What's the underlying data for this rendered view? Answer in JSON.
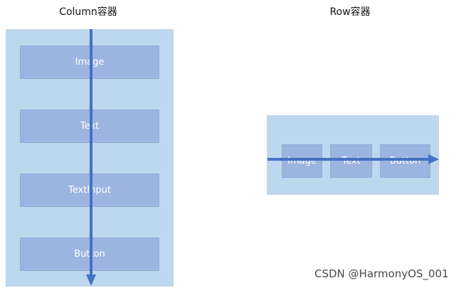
{
  "column": {
    "title": "Column容器",
    "children": [
      "Image",
      "Text",
      "TextInput",
      "Button"
    ]
  },
  "row": {
    "title": "Row容器",
    "children": [
      "Image",
      "Text",
      "Button"
    ]
  },
  "watermark": "CSDN @HarmonyOS_001",
  "colors": {
    "panel": "#bdd7ee",
    "child": "#9cb4e0",
    "arrow": "#4472c4"
  }
}
